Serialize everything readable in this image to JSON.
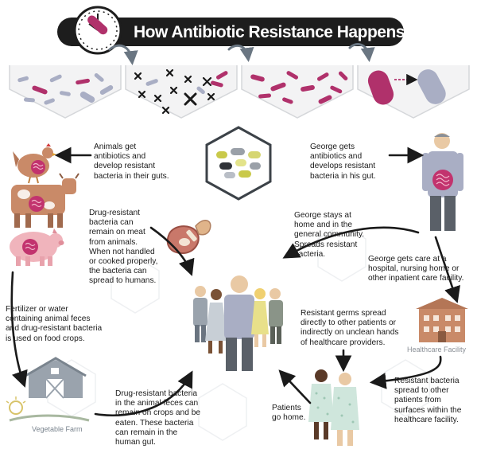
{
  "title": "How Antibiotic Resistance Happens",
  "labels": {
    "healthcare_facility": "Healthcare Facility",
    "vegetable_farm": "Vegetable Farm"
  },
  "captions": {
    "animals": [
      "Animals get",
      "antibiotics and",
      "develop resistant",
      "bacteria in their guts."
    ],
    "george_gets": [
      "George gets",
      "antibiotics and",
      "develops resistant",
      "bacteria in his gut."
    ],
    "meat": [
      "Drug-resistant",
      "bacteria can",
      "remain on meat",
      "from animals.",
      "When not handled",
      "or cooked properly,",
      "the bacteria can",
      "spread to humans."
    ],
    "george_home": [
      "George stays at",
      "home and in the",
      "general community.",
      "Spreads resistant",
      "bacteria."
    ],
    "george_care": [
      "George gets care at a",
      "hospital, nursing home or",
      "other inpatient care facility."
    ],
    "fertilizer": [
      "Fertilizer or water",
      "containing animal feces",
      "and drug-resistant bacteria",
      "is used on food crops."
    ],
    "germs_spread": [
      "Resistant germs spread",
      "directly to other patients or",
      "indirectly on unclean hands",
      "of healthcare providers."
    ],
    "crops": [
      "Drug-resistant bacteria",
      "in the animal feces can",
      "remain on crops and be",
      "eaten. These bacteria",
      "can remain in the",
      "human gut."
    ],
    "patients_home": [
      "Patients",
      "go home."
    ],
    "surfaces": [
      "Resistant bacteria",
      "spread to other",
      "patients from",
      "surfaces within the",
      "healthcare facility."
    ]
  },
  "colors": {
    "title_bg": "#1d1d1d",
    "resistant_bacteria": "#b0316b",
    "normal_bacteria": "#a9aec4",
    "arrow": "#1a1a1a",
    "facility": "#c98a68",
    "farm": "#9aa3ad",
    "gut": "#c2336e",
    "skin": "#e9c9a4"
  }
}
